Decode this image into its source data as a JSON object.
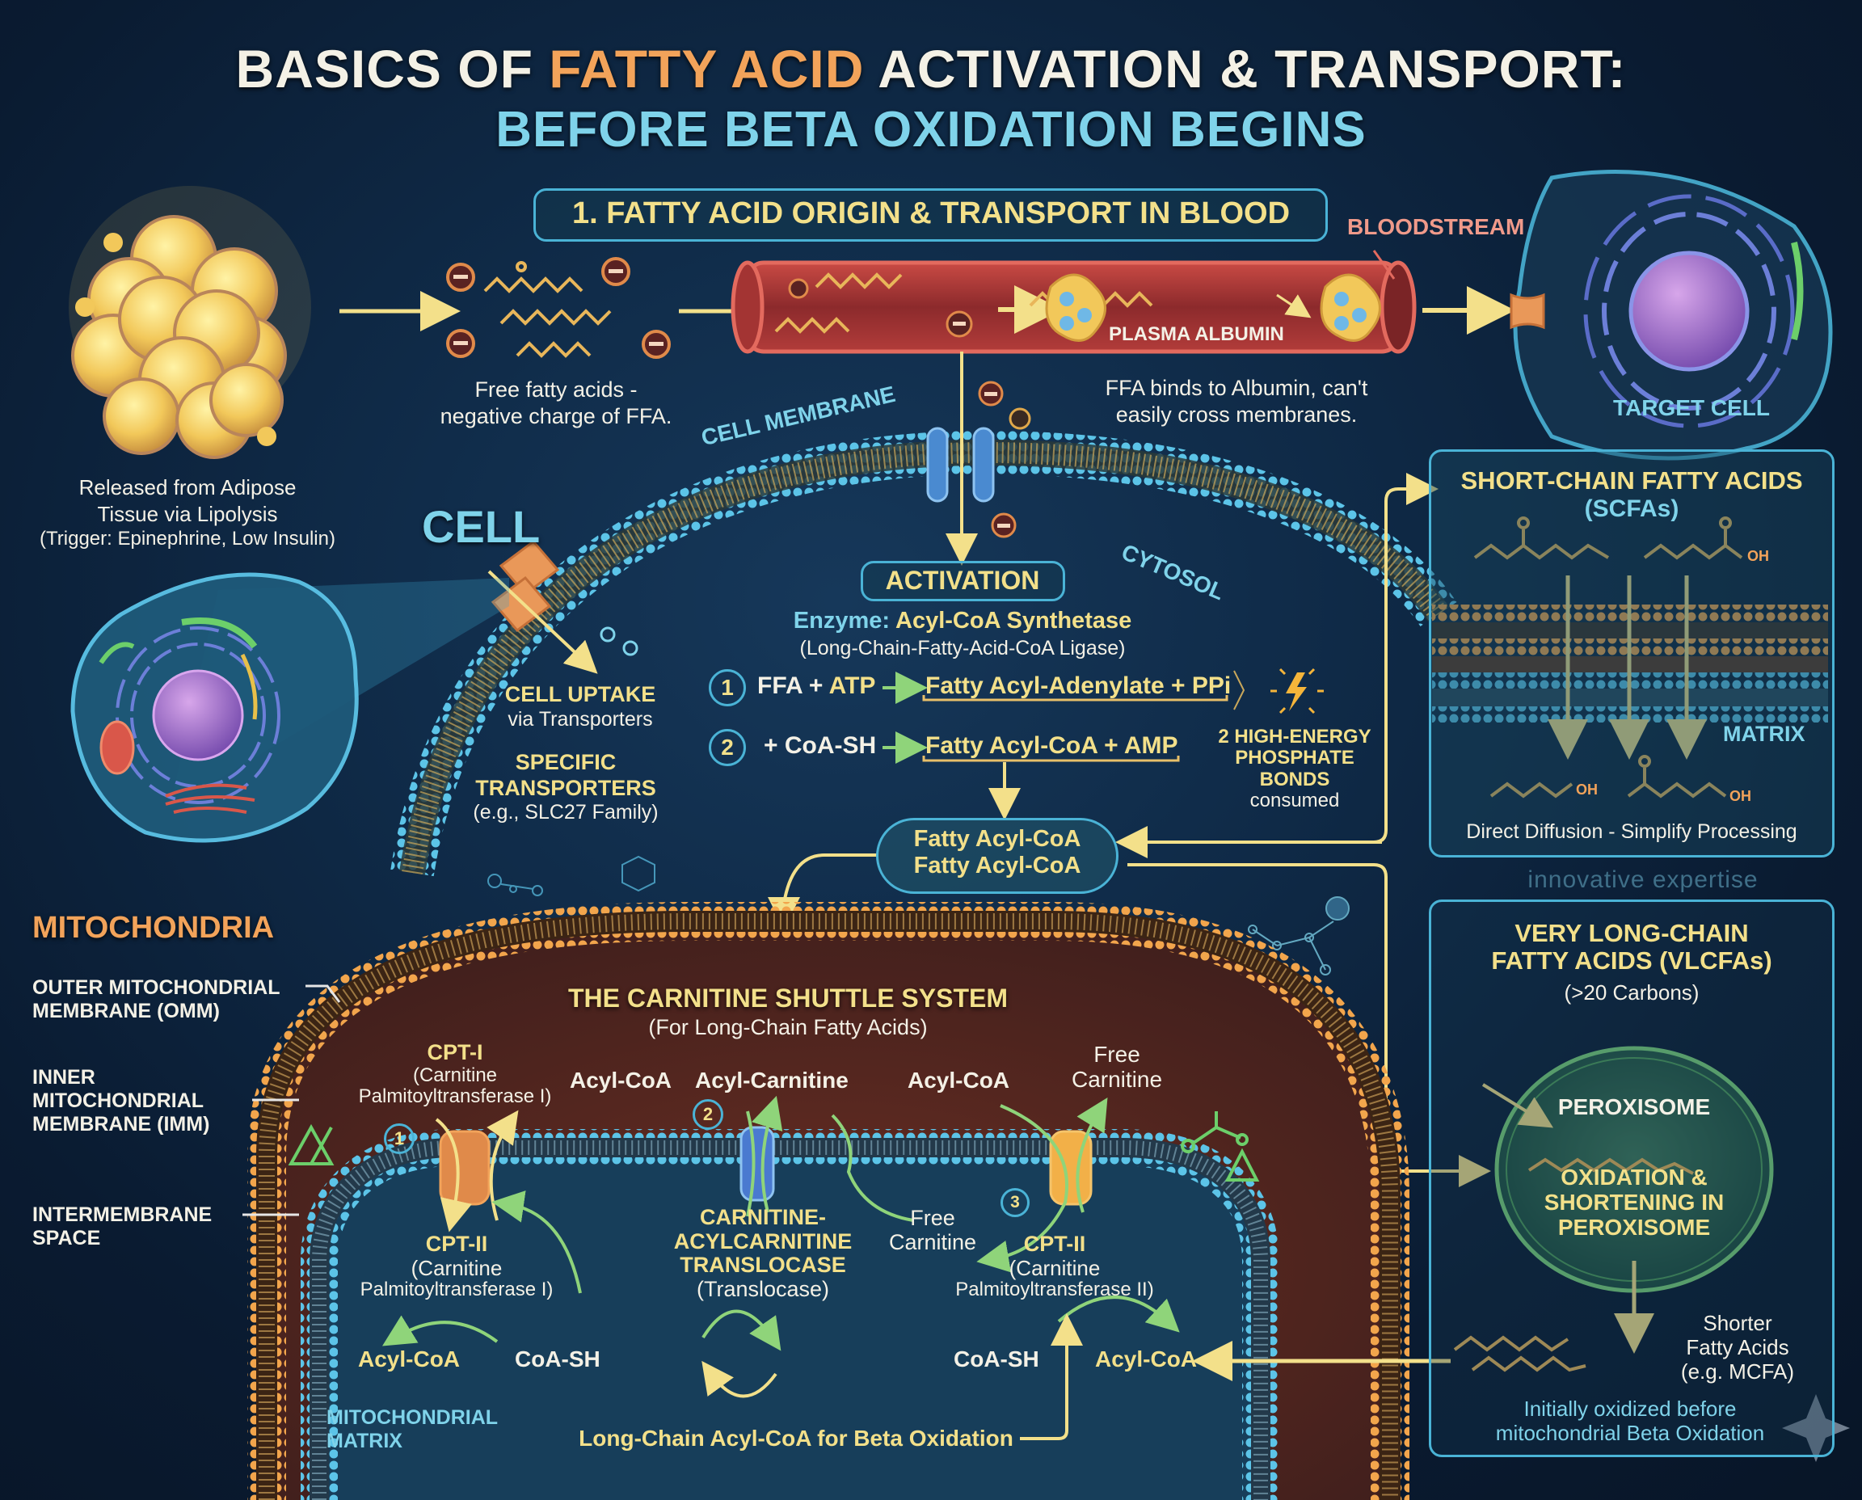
{
  "header": {
    "title_part1": "BASICS OF ",
    "title_highlight": "FATTY ACID",
    "title_part2": " ACTIVATION & TRANSPORT:",
    "subtitle": "BEFORE BETA OXIDATION BEGINS"
  },
  "section1": {
    "heading": "1. FATTY ACID ORIGIN & TRANSPORT IN BLOOD",
    "bloodstream_label": "BLOODSTREAM",
    "albumin_label": "PLASMA ALBUMIN",
    "adipose_caption": [
      "Released from Adipose",
      "Tissue via Lipolysis",
      "(Trigger: Epinephrine, Low Insulin)"
    ],
    "ffa_caption": [
      "Free fatty acids -",
      "negative charge of FFA."
    ],
    "albumin_caption": [
      "FFA binds to Albumin, can't",
      "easily cross membranes."
    ],
    "target_cell_label": "TARGET CELL",
    "charge_symbol": "−"
  },
  "cell": {
    "label": "CELL",
    "membrane_label": "CELL MEMBRANE",
    "cytosol_label": "CYTOSOL",
    "uptake_title": "CELL UPTAKE",
    "uptake_sub": "via Transporters",
    "transporters_title": [
      "SPECIFIC",
      "TRANSPORTERS"
    ],
    "transporters_sub": "(e.g., SLC27 Family)"
  },
  "activation": {
    "heading": "ACTIVATION",
    "enzyme_prefix": "Enzyme: ",
    "enzyme_name": "Acyl-CoA Synthetase",
    "enzyme_alt": "(Long-Chain-Fatty-Acid-CoA Ligase)",
    "steps": [
      {
        "num": "1",
        "reactant_a": "FFA + ",
        "reactant_b": "ATP",
        "product": "Fatty Acyl-Adenylate + PPi"
      },
      {
        "num": "2",
        "reactant_a": "+ CoA-SH",
        "reactant_b": "",
        "product": "Fatty Acyl-CoA + AMP"
      }
    ],
    "energy_note": [
      "2 HIGH-ENERGY",
      "PHOSPHATE",
      "BONDS"
    ],
    "energy_consumed": "consumed",
    "product_pill": [
      "Fatty Acyl-CoA",
      "Fatty Acyl-CoA"
    ]
  },
  "scfa": {
    "title": "SHORT-CHAIN FATTY ACIDS",
    "abbr": "(SCFAs)",
    "matrix_label": "MATRIX",
    "oh_label": "OH",
    "caption": "Direct Diffusion - Simplify Processing"
  },
  "watermark": "innovative expertise",
  "vlcfa": {
    "title": [
      "VERY LONG-CHAIN",
      "FATTY ACIDS (VLCFAs)"
    ],
    "subtitle": "(>20 Carbons)",
    "peroxisome_label": "PEROXISOME",
    "process_label": [
      "OXIDATION &",
      "SHORTENING IN",
      "PEROXISOME"
    ],
    "shorter_label": [
      "Shorter",
      "Fatty Acids",
      "(e.g. MCFA)"
    ],
    "caption": [
      "Initially oxidized before",
      "mitochondrial Beta Oxidation"
    ]
  },
  "mitochondria": {
    "label": "MITOCHONDRIA",
    "omm_label": [
      "OUTER MITOCHONDRIAL",
      "MEMBRANE (OMM)"
    ],
    "imm_label": [
      "INNER",
      "MITOCHONDRIAL",
      "MEMBRANE (IMM)"
    ],
    "ims_label": [
      "INTERMEMBRANE",
      "SPACE"
    ],
    "matrix_label": [
      "MITOCHONDRIAL",
      "MATRIX"
    ]
  },
  "shuttle": {
    "title": "THE CARNITINE SHUTTLE SYSTEM",
    "subtitle": "(For Long-Chain Fatty Acids)",
    "cpt1": {
      "num": "1",
      "name": "CPT-I",
      "full": [
        "(Carnitine",
        "Palmitoyltransferase I)"
      ]
    },
    "cpt1_matrix": {
      "name": "CPT-II",
      "full": [
        "(Carnitine",
        "Palmitoyltransferase I)"
      ]
    },
    "translocase": {
      "num": "2",
      "name": [
        "CARNITINE-",
        "ACYLCARNITINE",
        "TRANSLOCASE"
      ],
      "alt": "(Translocase)"
    },
    "cpt2": {
      "num": "3",
      "name": "CPT-II",
      "full": [
        "(Carnitine",
        "Palmitoyltransferase II)"
      ]
    },
    "ims_labels": {
      "acyl_coa_1": "Acyl-CoA",
      "acyl_carnitine": "Acyl-Carnitine",
      "acyl_coa_2": "Acyl-CoA",
      "free_carnitine": [
        "Free",
        "Carnitine"
      ]
    },
    "matrix_labels": {
      "acyl_coa_left": "Acyl-CoA",
      "coash_left": "CoA-SH",
      "free_carnitine": [
        "Free",
        "Carnitine"
      ],
      "coash_right": "CoA-SH",
      "acyl_coa_right": "Acyl-CoA"
    },
    "result": "Long-Chain Acyl-CoA for Beta Oxidation"
  },
  "colors": {
    "background": "#0f2a47",
    "accent_yellow": "#f3e08a",
    "accent_orange": "#f2a35a",
    "accent_cyan": "#7fd3ea",
    "membrane_blue": "#58bfe3",
    "membrane_orange": "#f0a24a",
    "vessel_red": "#b8383a",
    "peroxisome_green": "#7bd37a"
  }
}
